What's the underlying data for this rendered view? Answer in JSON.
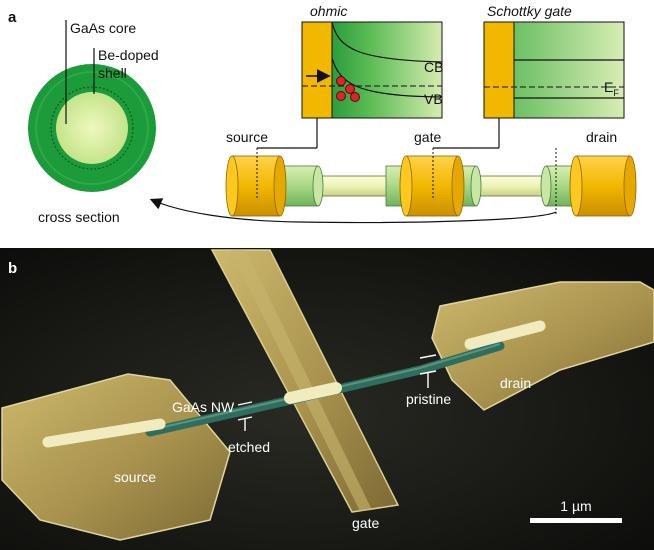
{
  "panel_a": {
    "letter": "a",
    "cross_section": {
      "core_label": "GaAs core",
      "shell_label_line1": "Be-doped",
      "shell_label_line2": "shell",
      "caption": "cross section"
    },
    "band_diagrams": {
      "ohmic_title": "ohmic",
      "schottky_title": "Schottky gate",
      "cb_label": "CB",
      "vb_label": "VB",
      "ef_label": "E",
      "ef_subscript": "F"
    },
    "device": {
      "source_label": "source",
      "gate_label": "gate",
      "drain_label": "drain"
    }
  },
  "panel_b": {
    "letter": "b",
    "nanowire_label": "GaAs NW",
    "etched_label": "etched",
    "pristine_label": "pristine",
    "source_label": "source",
    "gate_label": "gate",
    "drain_label": "drain",
    "scale_bar_label": "1 µm"
  },
  "colors": {
    "contact_gold": "#f2b800",
    "shell_green": "#1c9b3a",
    "core_green": "#d8ec9a",
    "wire_light": "#eef3b6",
    "sem_background": "#1a1a16",
    "sem_metal": "#b9a45e",
    "sem_wire": "#2f6e5c"
  }
}
